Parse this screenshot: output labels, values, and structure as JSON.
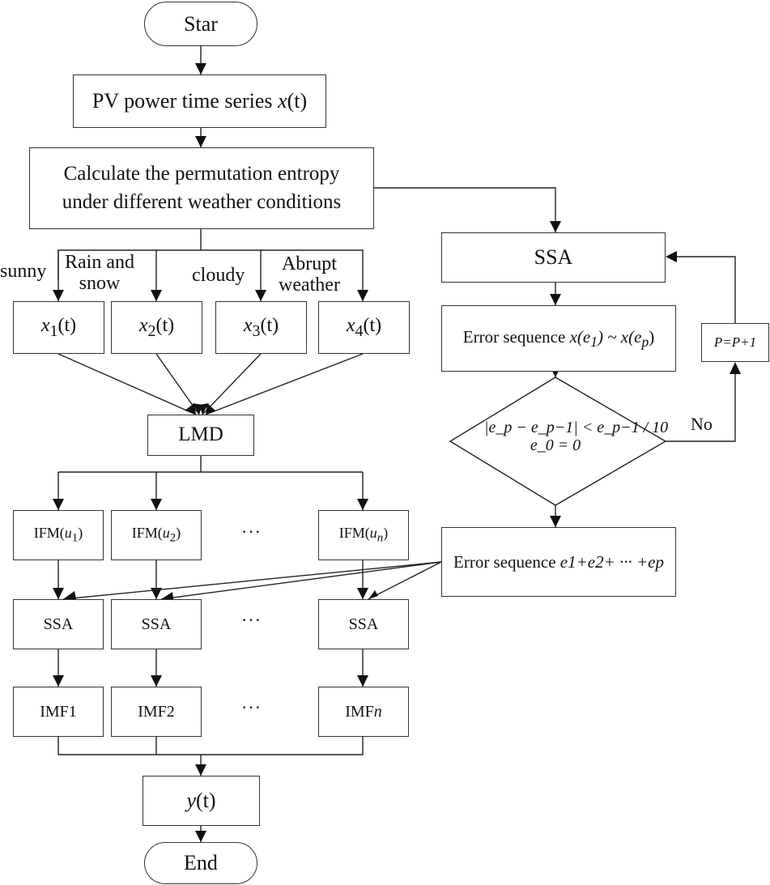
{
  "nodes": {
    "start": "Star",
    "input": {
      "text": "PV power time series ",
      "var": "x",
      "arg": "(t)"
    },
    "entropy": {
      "line1": "Calculate the permutation entropy",
      "line2": "under different weather conditions"
    },
    "sub": [
      {
        "var": "x",
        "sub": "1",
        "arg": "(t)"
      },
      {
        "var": "x",
        "sub": "2",
        "arg": "(t)"
      },
      {
        "var": "x",
        "sub": "3",
        "arg": "(t)"
      },
      {
        "var": "x",
        "sub": "4",
        "arg": "(t)"
      }
    ],
    "lmd": "LMD",
    "ifm": [
      {
        "text": "IFM(",
        "var": "u",
        "sub": "1",
        "close": ")"
      },
      {
        "text": "IFM(",
        "var": "u",
        "sub": "2",
        "close": ")"
      },
      {
        "text": "IFM(",
        "var": "u",
        "sub": "n",
        "close": ")"
      }
    ],
    "ssa_row": [
      "SSA",
      "SSA",
      "SSA"
    ],
    "imf": [
      {
        "text": "IMF1",
        "suffix": ""
      },
      {
        "text": "IMF2",
        "suffix": ""
      },
      {
        "text": "IMF",
        "suffix": "n"
      }
    ],
    "ellipsis": "···",
    "output": {
      "var": "y",
      "arg": "(t)"
    },
    "end": "End",
    "ssa_right": "SSA",
    "err_seq": {
      "text": "Error sequence ",
      "a": "x(e",
      "a_sub": "1",
      "mid": ") ~ x(e",
      "b_sub": "p",
      "close": ")"
    },
    "decision": {
      "line1": "|e_p − e_p−1| < e_p−1 / 10",
      "line2": "e_0 = 0"
    },
    "update": "P=P+1",
    "err_sum": {
      "text": "Error sequence ",
      "expr": "e1+e2+ ··· +ep"
    }
  },
  "branch_labels": {
    "sunny": "sunny",
    "rain": [
      "Rain and",
      "snow"
    ],
    "cloudy": "cloudy",
    "abrupt": [
      "Abrupt",
      "weather"
    ],
    "no": "No"
  }
}
